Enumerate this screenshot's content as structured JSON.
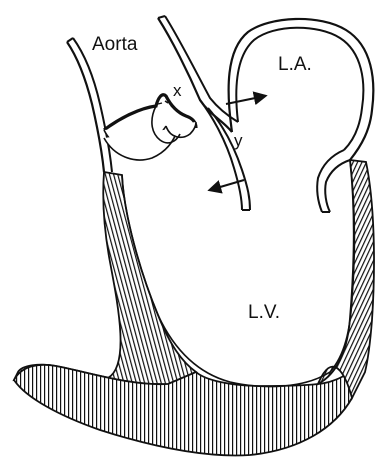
{
  "diagram": {
    "labels": {
      "aorta": "Aorta",
      "left_atrium": "L.A.",
      "left_ventricle": "L.V.",
      "x": "x",
      "y": "y"
    },
    "colors": {
      "ink": "#111111",
      "paper": "#ffffff"
    }
  }
}
